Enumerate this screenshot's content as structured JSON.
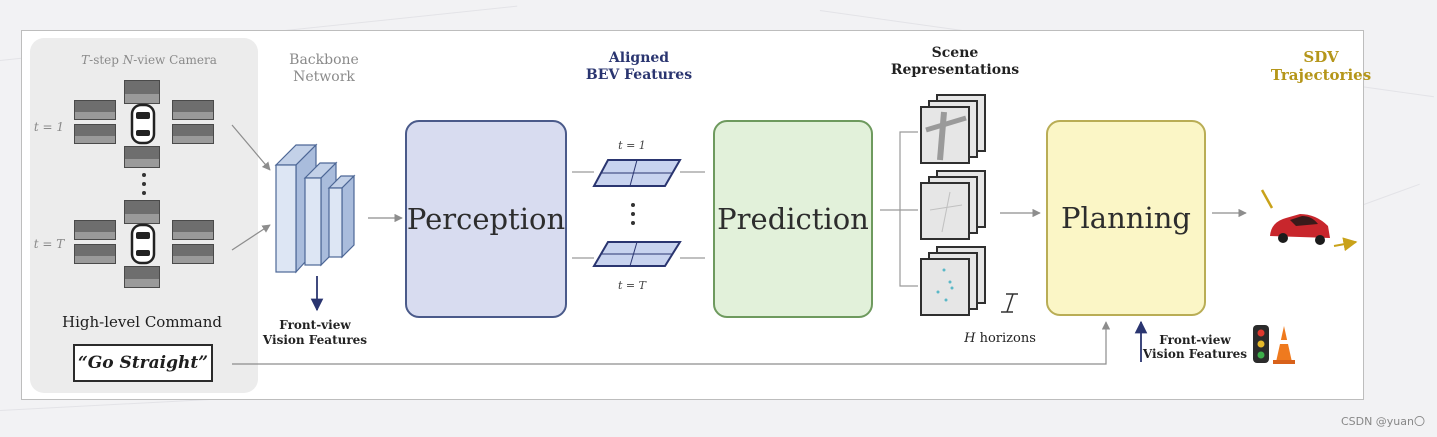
{
  "diagram": {
    "input": {
      "camera_title_prefix": "T",
      "camera_title_mid": "-step ",
      "camera_title_n": "N",
      "camera_title_suffix": "-view Camera",
      "row1_label": "t = 1",
      "rowT_label": "t = T",
      "high_level_command_label": "High-level Command",
      "command_value": "“Go Straight”"
    },
    "backbone": {
      "title_line1": "Backbone",
      "title_line2": "Network",
      "front_view_line1": "Front-view",
      "front_view_line2": "Vision Features"
    },
    "perception": {
      "label": "Perception",
      "fill": "#d8dcf0",
      "border": "#4a5a8a"
    },
    "bev": {
      "title_line1": "Aligned",
      "title_line2": "BEV Features",
      "t1_label": "t = 1",
      "tT_label": "t = T",
      "title_color": "#2a3570"
    },
    "prediction": {
      "label": "Prediction",
      "fill": "#e2f1da",
      "border": "#6e9a5e"
    },
    "scene": {
      "title_line1": "Scene",
      "title_line2": "Representations",
      "horizons_var": "H",
      "horizons_text": " horizons"
    },
    "planning": {
      "label": "Planning",
      "fill": "#fbf6c6",
      "border": "#b9ad55",
      "front_view_line1": "Front-view",
      "front_view_line2": "Vision Features"
    },
    "output": {
      "title_line1": "SDV",
      "title_line2": "Trajectories",
      "title_color": "#b5961a"
    },
    "icons": [
      "car-top-icon",
      "red-car-icon",
      "traffic-light-icon",
      "traffic-cone-icon"
    ],
    "watermark": "CSDN @yuan〇"
  }
}
